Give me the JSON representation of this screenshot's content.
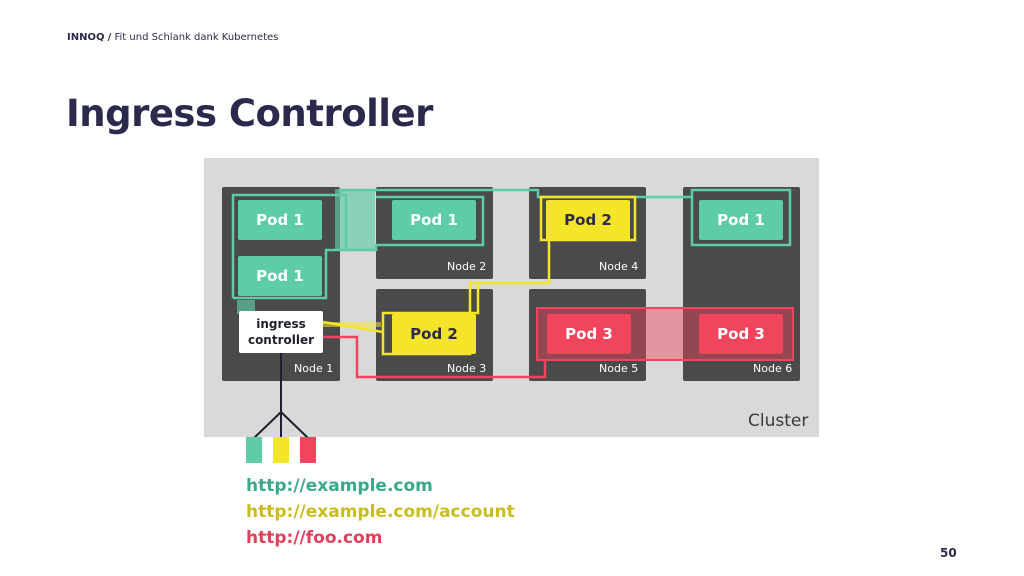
{
  "header": {
    "brand": "INNOQ",
    "separator": "/",
    "talk": "Fit und Schlank dank Kubernetes"
  },
  "title": "Ingress Controller",
  "diagram": {
    "cluster_label": "Cluster",
    "nodes": [
      "Node 1",
      "Node 2",
      "Node 3",
      "Node 4",
      "Node 5",
      "Node 6"
    ],
    "pods": {
      "node1_pod_a": "Pod 1",
      "node1_pod_b": "Pod 1",
      "node2_pod": "Pod 1",
      "node3_pod": "Pod 2",
      "node4_pod": "Pod 2",
      "node5_pod": "Pod 3",
      "node6_pod_top": "Pod 1",
      "node6_pod_bottom": "Pod 3"
    },
    "ingress_line1": "ingress",
    "ingress_line2": "controller"
  },
  "colors": {
    "green": "#5fcca8",
    "yellow": "#f5e52a",
    "red": "#f0455c",
    "url_green": "#3aa889",
    "url_yellow": "#c9bd1e",
    "url_red": "#e0405a"
  },
  "urls": [
    "http://example.com",
    "http://example.com/account",
    "http://foo.com"
  ],
  "page_number": "50"
}
